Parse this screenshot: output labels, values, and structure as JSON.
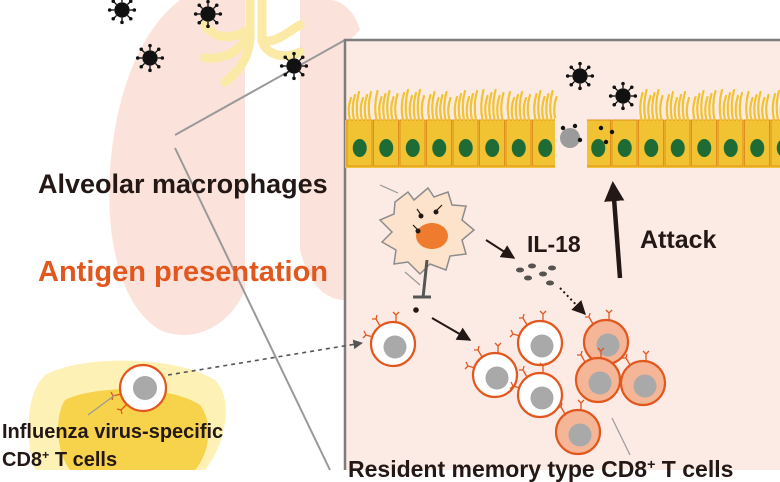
{
  "labels": {
    "alveolar_macrophages": "Alveolar macrophages",
    "antigen_presentation": "Antigen presentation",
    "il18": "IL-18",
    "attack": "Attack",
    "influenza_line1": "Influenza virus-specific",
    "cd8_prefix": "CD8",
    "cd8_sup": "+",
    "cd8_suffix": " T cells",
    "resident_prefix": "Resident memory type CD8",
    "resident_sup": "+",
    "resident_suffix": " T cells"
  },
  "colors": {
    "lung": "#fbe3dc",
    "lung_airway": "#fbe9a6",
    "panel_bg": "#fcebe5",
    "panel_border": "#7d7d7d",
    "epithelium": "#f1c232",
    "epithelium_outline": "#e08e1e",
    "nucleus": "#1e6b36",
    "virus": "#111111",
    "macrophage_fill": "#fde3cb",
    "macrophage_nucleus": "#ef7c2e",
    "cell_outline": "#e2571e",
    "cell_nucleus": "#a9a9a9",
    "effector_fill": "#f4b697",
    "lymph_outer": "#fdf1b5",
    "lymph_inner": "#f7d24b",
    "antigen_label": "#e2571e",
    "text": "#231815"
  },
  "icons": [
    "virus-icon",
    "macrophage-icon",
    "t-cell-icon",
    "epithelial-cell-icon",
    "lymph-node-icon",
    "lung-icon"
  ]
}
